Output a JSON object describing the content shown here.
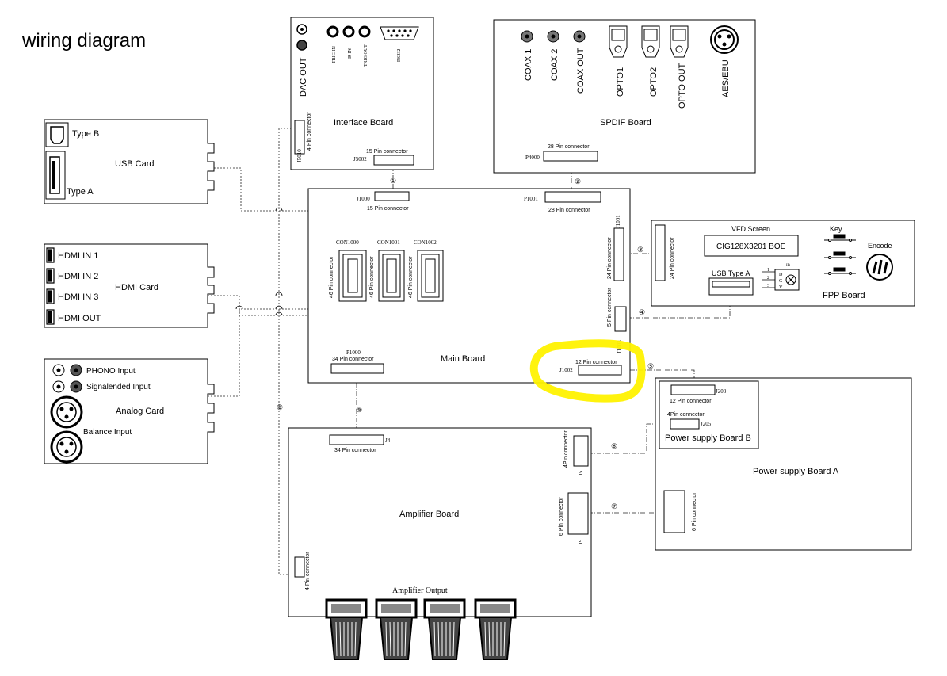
{
  "title": "wiring diagram",
  "boards": {
    "interface": {
      "name": "Interface Board",
      "ports": [
        "DAC OUT",
        "TRIG IN",
        "IR IN",
        "TRIG OUT",
        "RS232"
      ],
      "j5010": "J5010",
      "j5010_label": "4 Pin connector",
      "j5002": "J5002",
      "j5002_label": "15 Pin connector"
    },
    "spdif": {
      "name": "SPDIF Board",
      "ports": [
        "COAX 1",
        "COAX 2",
        "COAX OUT",
        "OPTO1",
        "OPTO2",
        "OPTO OUT",
        "AES/EBU"
      ],
      "p4000": "P4000",
      "p4000_label": "28 Pin connector"
    },
    "usb": {
      "name": "USB Card",
      "type_b": "Type B",
      "type_a": "Type A"
    },
    "hdmi": {
      "name": "HDMI Card",
      "ports": [
        "HDMI IN 1",
        "HDMI IN 2",
        "HDMI IN 3",
        "HDMI OUT"
      ]
    },
    "analog": {
      "name": "Analog Card",
      "phono": "PHONO Input",
      "single": "Signalended Input",
      "balance": "Balance Input"
    },
    "main": {
      "name": "Main Board",
      "j1000": "J1000",
      "j1000_label": "15 Pin connector",
      "p1001": "P1001",
      "p1001_label": "28 Pin connector",
      "con1000": "CON1000",
      "con1001": "CON1001",
      "con1002": "CON1002",
      "con_label": "46 Pin connector",
      "j1001": "J1001",
      "j1001_label": "24 Pin connector",
      "j1003": "J1003",
      "j1003_label": "5 Pin connector",
      "j1002": "J1002",
      "j1002_label": "12 Pin connector",
      "p1000": "P1000",
      "p1000_label": "34 Pin connector"
    },
    "fpp": {
      "name": "FPP Board",
      "vfd_title": "VFD Screen",
      "vfd_model": "CIG128X3201 BOE",
      "usb": "USB Type A",
      "key": "Key",
      "encode": "Encode",
      "ir": "IR",
      "ir_pins": [
        "1",
        "2",
        "3"
      ],
      "ir_letters": [
        "D",
        "G",
        "V"
      ],
      "conn_label": "24 Pin connector"
    },
    "psu_a": {
      "name": "Power supply Board A",
      "conn_label": "6 Pin connector"
    },
    "psu_b": {
      "name": "Power supply Board B",
      "j203": "J203",
      "j203_label": "12 Pin connector",
      "j205": "J205",
      "j205_label": "4Pin connector"
    },
    "amp": {
      "name": "Amplifier Board",
      "output": "Amplifier Output",
      "j4": "J4",
      "j4_label": "34 Pin connector",
      "j5": "J5",
      "j5_label": "4Pin connector",
      "j9": "J9",
      "j9_label": "6 Pin connector",
      "j4pin_label": "4 Pin connector"
    }
  },
  "cable_markers": [
    "①",
    "②",
    "③",
    "④",
    "⑤",
    "⑥",
    "⑦",
    "⑧",
    "⑨"
  ],
  "colors": {
    "highlight": "#fff200",
    "jack": "#777777"
  }
}
